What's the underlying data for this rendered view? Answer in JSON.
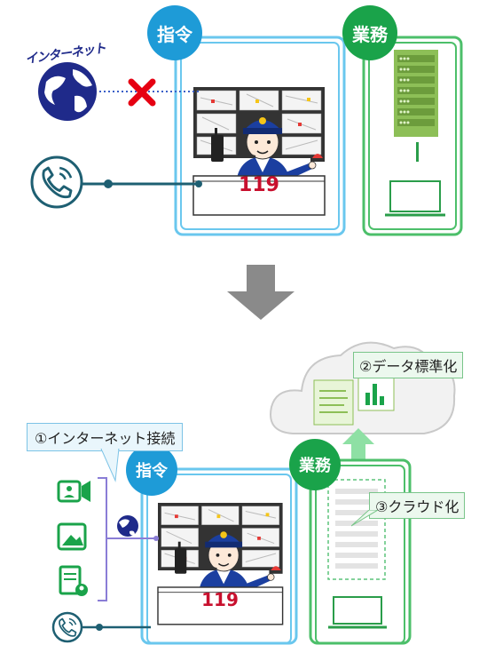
{
  "top": {
    "command_label": "指令",
    "operations_label": "業務",
    "internet_label": "インターネット",
    "emergency_number": "119"
  },
  "bottom": {
    "command_label": "指令",
    "operations_label": "業務",
    "emergency_number": "119",
    "callout_internet": "①インターネット接続",
    "callout_data": "②データ標準化",
    "callout_cloud": "③クラウド化"
  },
  "colors": {
    "command_blue": "#1e9bd7",
    "operations_green": "#1aa34a",
    "cross_red": "#e60012",
    "arrow_gray": "#8a8a8a",
    "link_teal": "#1e5f72"
  },
  "icons": [
    "globe-icon",
    "phone-icon",
    "cross-icon",
    "server-icon",
    "laptop-icon",
    "video-icon",
    "image-icon",
    "document-user-icon",
    "cloud-icon",
    "chart-icon",
    "upload-arrow-icon",
    "down-arrow-icon",
    "dispatcher-illustration"
  ]
}
